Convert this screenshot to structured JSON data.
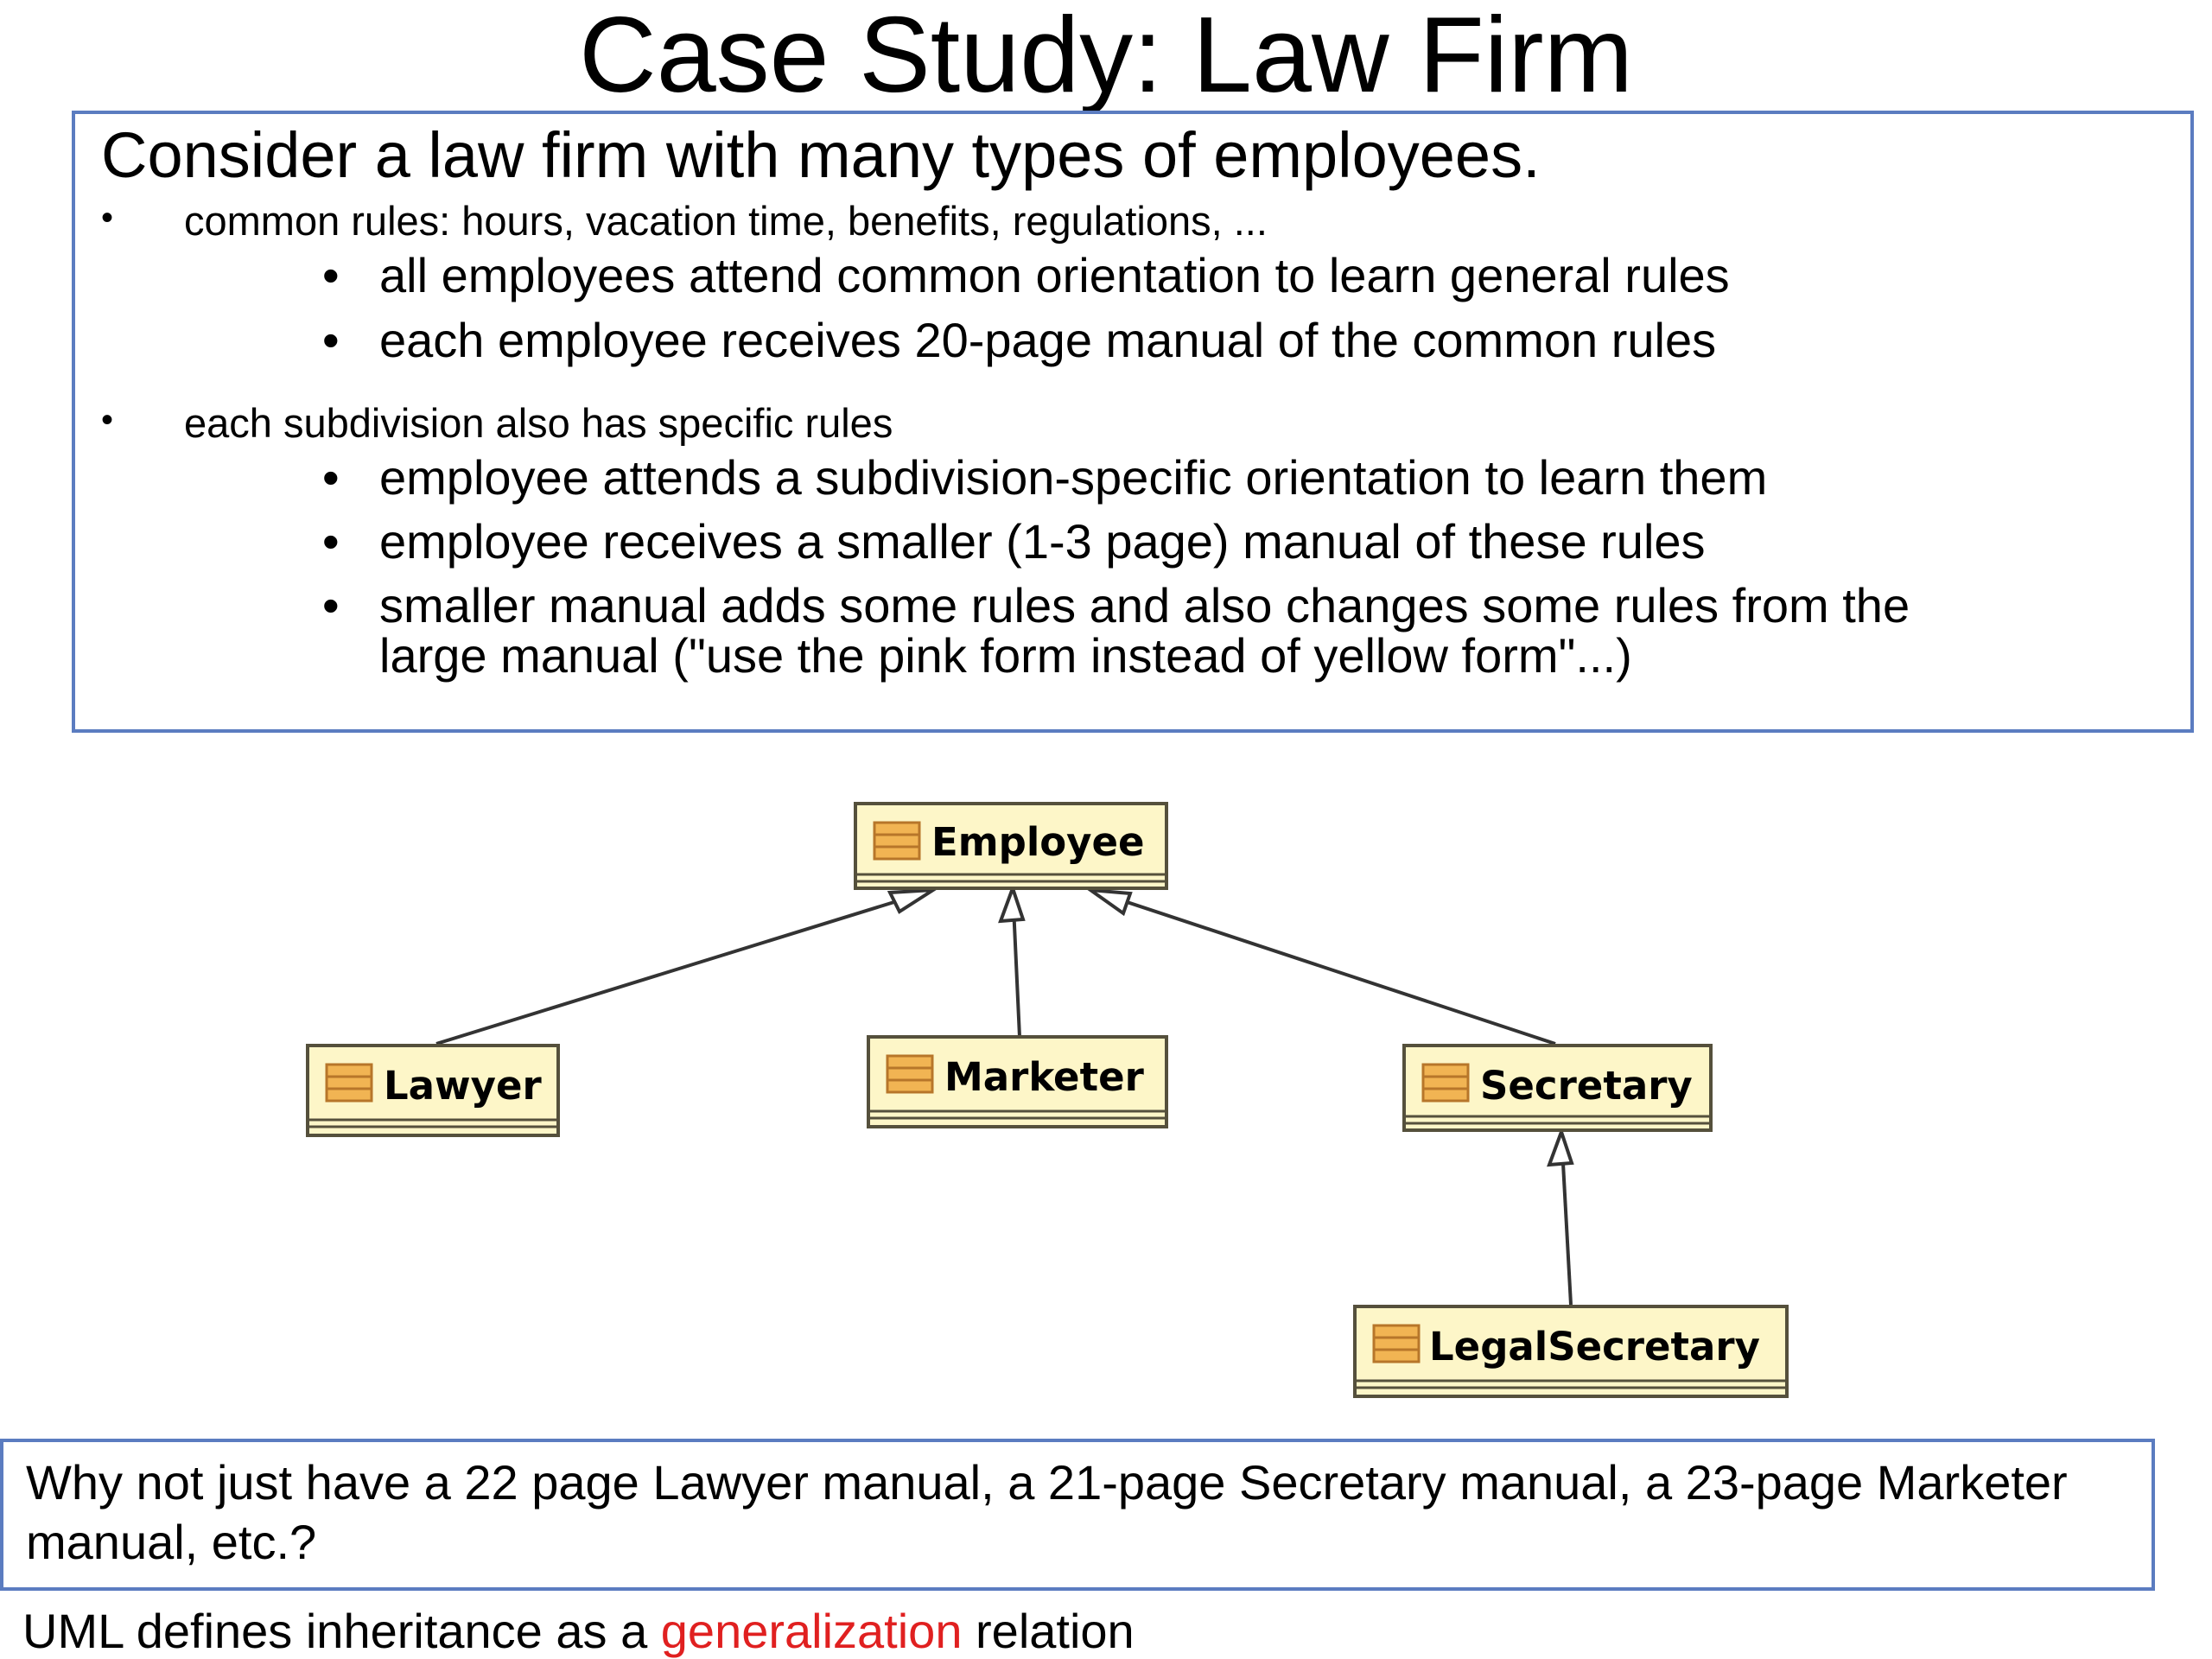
{
  "title": "Case Study: Law Firm",
  "intro": "Consider a law firm with many types of employees.",
  "bullets": [
    {
      "text": "common rules: hours, vacation time, benefits, regulations, ...",
      "sub": [
        "all employees attend common orientation to learn general rules",
        "each employee receives 20-page manual of the common rules"
      ]
    },
    {
      "text": "each subdivision also has specific rules",
      "sub": [
        "employee attends a subdivision-specific orientation to learn them",
        "employee receives a smaller (1-3 page) manual of these rules",
        "smaller manual adds some rules and also changes some rules from the",
        "large manual (\"use the pink form instead of yellow form\"...)"
      ]
    }
  ],
  "diagram": {
    "classes": {
      "employee": "Employee",
      "lawyer": "Lawyer",
      "marketer": "Marketer",
      "secretary": "Secretary",
      "legal_secretary": "LegalSecretary"
    },
    "colors": {
      "class_fill": "#fdf6c8",
      "class_border": "#55503c",
      "icon_fill": "#f1b453",
      "edge": "#333333"
    }
  },
  "question": "Why not just have a 22 page Lawyer manual, a 21-page Secretary manual, a 23-page Marketer manual, etc.?",
  "footer": {
    "before": "UML defines inheritance as a ",
    "highlight": "generalization",
    "after": " relation",
    "highlight_color": "#e02020"
  }
}
